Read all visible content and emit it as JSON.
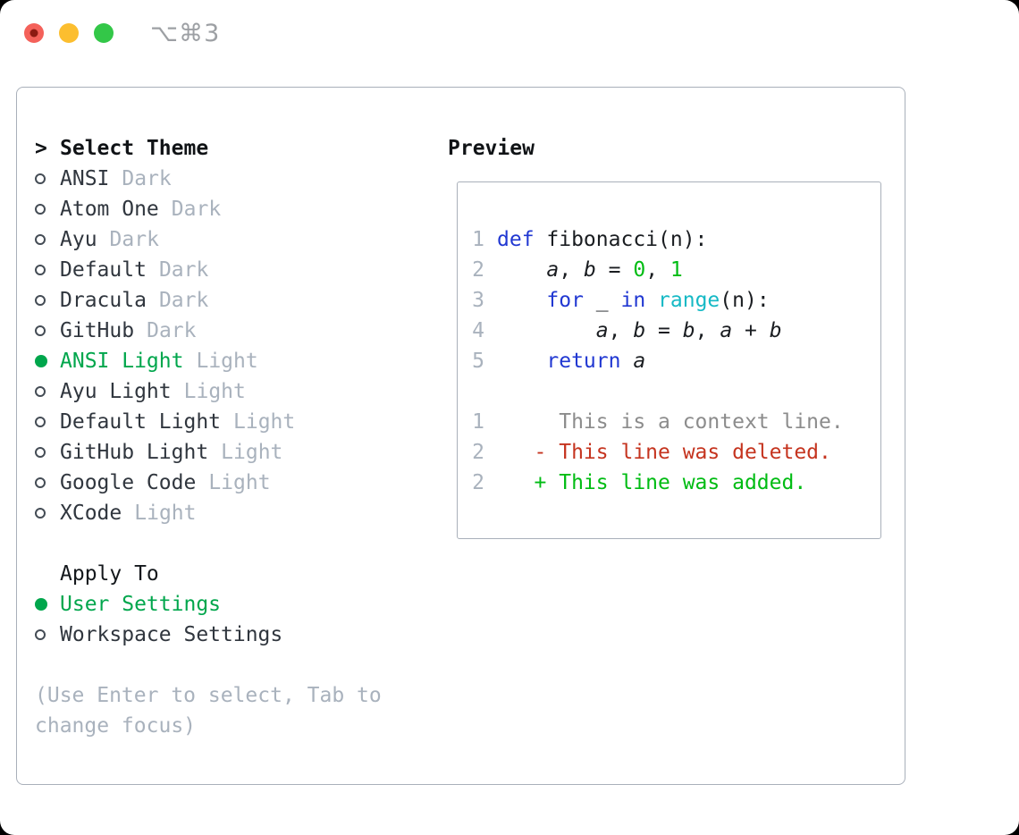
{
  "window": {
    "title": "⌥⌘3"
  },
  "theme_panel": {
    "header": {
      "prompt": ">",
      "label": "Select Theme"
    },
    "items": [
      {
        "name": "ANSI",
        "tag": "Dark",
        "selected": false
      },
      {
        "name": "Atom One",
        "tag": "Dark",
        "selected": false
      },
      {
        "name": "Ayu",
        "tag": "Dark",
        "selected": false
      },
      {
        "name": "Default",
        "tag": "Dark",
        "selected": false
      },
      {
        "name": "Dracula",
        "tag": "Dark",
        "selected": false
      },
      {
        "name": "GitHub",
        "tag": "Dark",
        "selected": false
      },
      {
        "name": "ANSI Light",
        "tag": "Light",
        "selected": true
      },
      {
        "name": "Ayu Light",
        "tag": "Light",
        "selected": false
      },
      {
        "name": "Default Light",
        "tag": "Light",
        "selected": false
      },
      {
        "name": "GitHub Light",
        "tag": "Light",
        "selected": false
      },
      {
        "name": "Google Code",
        "tag": "Light",
        "selected": false
      },
      {
        "name": "XCode",
        "tag": "Light",
        "selected": false
      }
    ],
    "apply_to": {
      "label": "Apply To",
      "options": [
        {
          "label": "User Settings",
          "selected": true
        },
        {
          "label": "Workspace Settings",
          "selected": false
        }
      ]
    },
    "help_text": "(Use Enter to select, Tab to change focus)"
  },
  "preview": {
    "label": "Preview",
    "code_lines": [
      {
        "no": "1",
        "tokens": [
          [
            "kw",
            "def"
          ],
          [
            "pl",
            " fibonacci(n):"
          ]
        ]
      },
      {
        "no": "2",
        "tokens": [
          [
            "pl",
            "    "
          ],
          [
            "var",
            "a"
          ],
          [
            "pl",
            ", "
          ],
          [
            "var",
            "b"
          ],
          [
            "pl",
            " = "
          ],
          [
            "num",
            "0"
          ],
          [
            "pl",
            ", "
          ],
          [
            "num",
            "1"
          ]
        ]
      },
      {
        "no": "3",
        "tokens": [
          [
            "pl",
            "    "
          ],
          [
            "kw",
            "for"
          ],
          [
            "pl",
            " _ "
          ],
          [
            "kw",
            "in"
          ],
          [
            "pl",
            " "
          ],
          [
            "fn",
            "range"
          ],
          [
            "pl",
            "(n):"
          ]
        ]
      },
      {
        "no": "4",
        "tokens": [
          [
            "pl",
            "        "
          ],
          [
            "var",
            "a"
          ],
          [
            "pl",
            ", "
          ],
          [
            "var",
            "b"
          ],
          [
            "pl",
            " = "
          ],
          [
            "var",
            "b"
          ],
          [
            "pl",
            ", "
          ],
          [
            "var",
            "a"
          ],
          [
            "pl",
            " + "
          ],
          [
            "var",
            "b"
          ]
        ]
      },
      {
        "no": "5",
        "tokens": [
          [
            "pl",
            "    "
          ],
          [
            "kw",
            "return"
          ],
          [
            "pl",
            " "
          ],
          [
            "var",
            "a"
          ]
        ]
      }
    ],
    "diff_lines": [
      {
        "no": "1",
        "type": "context",
        "text": "     This is a context line."
      },
      {
        "no": "2",
        "type": "deleted",
        "text": "   - This line was deleted."
      },
      {
        "no": "2",
        "type": "added",
        "text": "   + This line was added."
      }
    ]
  },
  "colors": {
    "selection_green": "#00a64c",
    "muted_tag": "#a9b2bd",
    "line_number": "#a9b2bd",
    "ink": "#1a1d21",
    "keyword_blue": "#2138d2",
    "number_green": "#00bc13",
    "function_cyan": "#15b9c5",
    "context_gray": "#8c8c8c",
    "deleted_red": "#c5341f",
    "added_green": "#00bc13"
  }
}
